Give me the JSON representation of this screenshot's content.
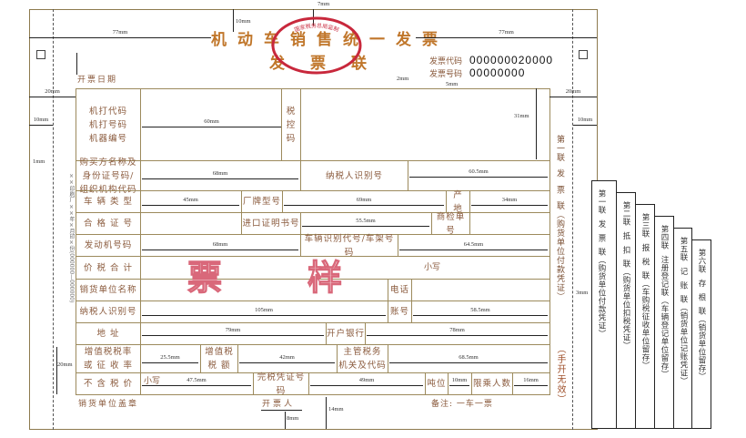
{
  "header": {
    "title": "机动车销售统一发票",
    "copy_name": "发票联",
    "invoice_code_label": "发票代码",
    "invoice_code": "000000020000",
    "invoice_number_label": "发票号码",
    "invoice_number": "00000000",
    "issue_date_label": "开票日期",
    "stamp_text": "国家税务总局监制"
  },
  "fields": {
    "machine_codes": "机打代码\n机打号码\n机器编号",
    "tax_control_code": "税\n控\n码",
    "buyer": "购买方名称及\n身份证号码/\n组织机构代码",
    "taxpayer_id": "纳税人识别号",
    "vehicle_type": "车 辆 类 型",
    "brand_model": "厂牌型号",
    "origin": "产 地",
    "certificate_no": "合 格 证 号",
    "import_cert_no": "进口证明书号",
    "inspection_no": "商检单号",
    "engine_no": "发动机号码",
    "vin": "车辆识别代号/车架号码",
    "total_price_tax": "价 税 合 计",
    "lowercase": "小写",
    "seller_name": "销货单位名称",
    "phone": "电话",
    "seller_taxpayer_id": "纳税人识别号",
    "account": "账号",
    "address": "地        址",
    "bank": "开户银行",
    "vat_rate": "增值税税率\n或 征 收 率",
    "vat_amount": "增值税\n税  额",
    "tax_authority": "主管税务\n机关及代码",
    "price_ex_tax": "不 含 税 价",
    "price_ex_tax_lowercase": "小写",
    "tax_paid_cert": "完税凭证号码",
    "tonnage": "吨位",
    "passenger_limit": "限乘人数"
  },
  "watermark": [
    "票",
    "样"
  ],
  "footer": {
    "seller_seal": "销货单位盖章",
    "issuer": "开票人",
    "remark": "备注: 一车一票"
  },
  "side": {
    "copy_strip": "第一联  发  票  联（购货单位付款凭证）",
    "handwritten_invalid": "（手开无效）"
  },
  "printer_note": "××印刷厂 ××年×月印×份(000000—000000)",
  "dimensions": {
    "top_left": "77mm",
    "top_right": "77mm",
    "title_top": "10mm",
    "stamp_top": "7mm",
    "left_margin": "20mm",
    "left_inner": "10mm",
    "left_1mm": "1mm",
    "right_margin": "20mm",
    "right_inner": "10mm",
    "right_3mm": "3mm",
    "code_2mm": "2mm",
    "code_5mm": "5mm",
    "row1_height": "31mm",
    "row1_width": "60mm",
    "buyer": "68mm",
    "taxpayer": "60.5mm",
    "vehicle_type": "45mm",
    "brand": "69mm",
    "origin": "34mm",
    "import": "55.5mm",
    "engine": "68mm",
    "vin": "64.5mm",
    "seller_tax": "105mm",
    "account": "58.5mm",
    "address": "79mm",
    "bank": "78mm",
    "rate": "25.5mm",
    "vat": "42mm",
    "authority": "68.5mm",
    "price": "47.5mm",
    "cert": "49mm",
    "tonnage": "10mm",
    "passengers": "16mm",
    "bottom_block": "20mm",
    "issuer_8mm": "8mm",
    "bottom_14mm": "14mm"
  },
  "copies": [
    "第一联  发  票  联（购货单位付款凭证）",
    "第二联  抵  扣  联（购货单位扣税凭证）",
    "第三联  报  税  联（车购税征收单位留存）",
    "第四联  注册登记联（车辆登记单位留存）",
    "第五联  记  账  联（销货单位记账凭证）",
    "第六联  存  根  联（销货单位留存）"
  ],
  "colors": {
    "title": "#c0762a",
    "label": "#8a5a3c",
    "line": "#9c8a5c",
    "stamp": "#c8283c",
    "watermark": "#d9687a"
  }
}
